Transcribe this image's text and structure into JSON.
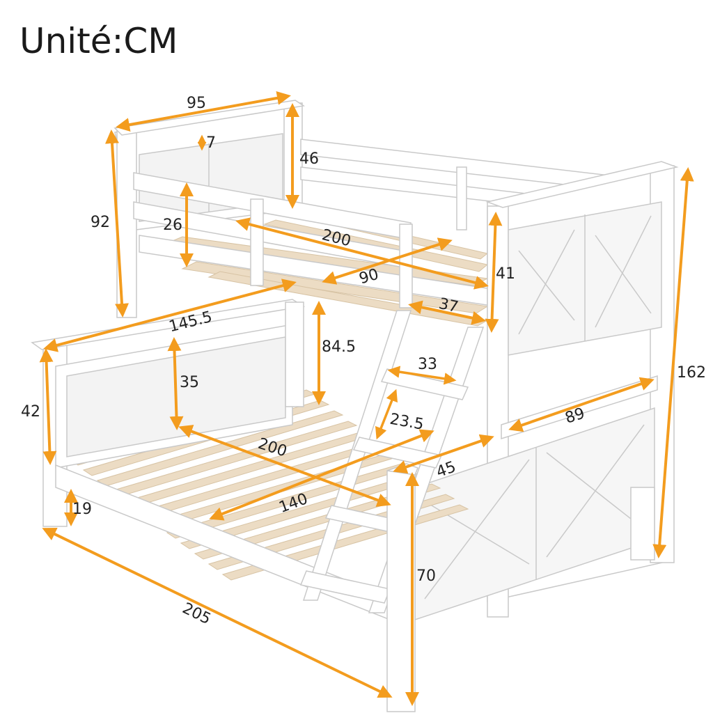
{
  "unit_label": "Unité:CM",
  "colors": {
    "arrow": "#f39c1e",
    "frame": "#ffffff",
    "frame_stroke": "#c9c9c9",
    "slat": "#ecdcc4",
    "shadow": "#e6e6e6"
  },
  "dimensions": {
    "top_width": "95",
    "rail_gap": "7",
    "top_headboard_height": "92",
    "top_guardrail_height": "46",
    "top_side_rail": "26",
    "top_length": "200",
    "top_inner_width": "90",
    "right_headboard_height": "41",
    "ladder_offset": "37",
    "clearance_height": "84.5",
    "lower_total_width": "145.5",
    "lower_headboard_panel": "35",
    "lower_side_height": "42",
    "ladder_step_width": "33",
    "ladder_step_spacing": "23.5",
    "lower_inner_width": "89",
    "total_height": "162",
    "lower_length": "200",
    "lower_inner_length": "140",
    "ladder_depth": "45",
    "floor_clearance": "19",
    "post_height": "70",
    "total_length": "205"
  }
}
